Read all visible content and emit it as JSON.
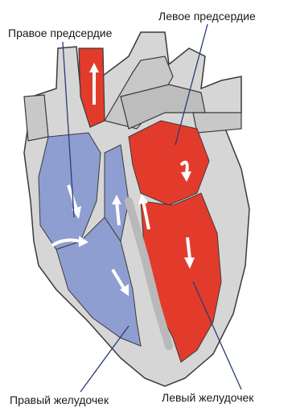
{
  "labels": {
    "right_atrium": "Правое предсердие",
    "left_atrium": "Левое предсердие",
    "right_ventricle": "Правый желудочек",
    "left_ventricle": "Левый желудочек"
  },
  "colors": {
    "wall": "#d6d6d6",
    "wall_outline": "#3a3a3a",
    "deoxygenated_blood": "#8f9ed0",
    "oxygenated_blood": "#e23b2c",
    "arrow": "#ffffff",
    "leader_line": "#2b3a7a"
  }
}
